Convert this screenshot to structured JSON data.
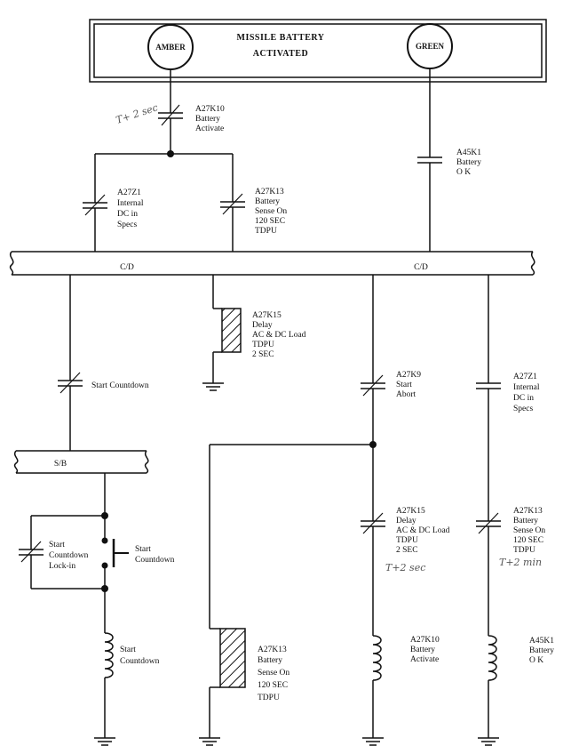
{
  "panel": {
    "title_line1": "MISSILE BATTERY",
    "title_line2": "ACTIVATED",
    "lamp_amber": "AMBER",
    "lamp_green": "GREEN"
  },
  "upper": {
    "a27k10": {
      "lines": [
        "A27K10",
        "Battery",
        "Activate"
      ]
    },
    "a45k1": {
      "lines": [
        "A45K1",
        "Battery",
        "O K"
      ]
    },
    "a27z1": {
      "lines": [
        "A27Z1",
        "Internal",
        "DC  in",
        "Specs"
      ]
    },
    "a27k13": {
      "lines": [
        "A27K13",
        "Battery",
        "Sense On",
        "120 SEC",
        "TDPU"
      ]
    },
    "handwritten_t2sec": "T+ 2 sec"
  },
  "bus": {
    "cd_left": "C/D",
    "cd_right": "C/D",
    "sb": "S/B"
  },
  "lower": {
    "start_countdown_contact": "Start Countdown",
    "a27k15_coil": {
      "lines": [
        "A27K15",
        "Delay",
        "AC & DC Load",
        "TDPU",
        "2 SEC"
      ]
    },
    "a27k9": {
      "lines": [
        "A27K9",
        "Start",
        "Abort"
      ]
    },
    "a27z1_right": {
      "lines": [
        "A27Z1",
        "Internal",
        "DC  in",
        "Specs"
      ]
    },
    "lockin": {
      "lines": [
        "Start",
        "Countdown",
        "Lock-in"
      ]
    },
    "pushbutton": {
      "lines": [
        "Start",
        "Countdown"
      ]
    },
    "start_coil": {
      "lines": [
        "Start",
        "Countdown"
      ]
    },
    "a27k13_coil": {
      "lines": [
        "A27K13",
        "Battery",
        "Sense On",
        "120 SEC",
        "TDPU"
      ]
    },
    "a27k15_contact": {
      "lines": [
        "A27K15",
        "Delay",
        "AC & DC Load",
        "TDPU",
        "2 SEC"
      ]
    },
    "a27k13_contact": {
      "lines": [
        "A27K13",
        "Battery",
        "Sense On",
        "120 SEC",
        "TDPU"
      ]
    },
    "a27k10_coil": {
      "lines": [
        "A27K10",
        "Battery",
        "Activate"
      ]
    },
    "a45k1_coil": {
      "lines": [
        "A45K1",
        "Battery",
        "O K"
      ]
    },
    "handwritten_t2sec": "T+2 sec",
    "handwritten_t2min": "T+2 min"
  }
}
